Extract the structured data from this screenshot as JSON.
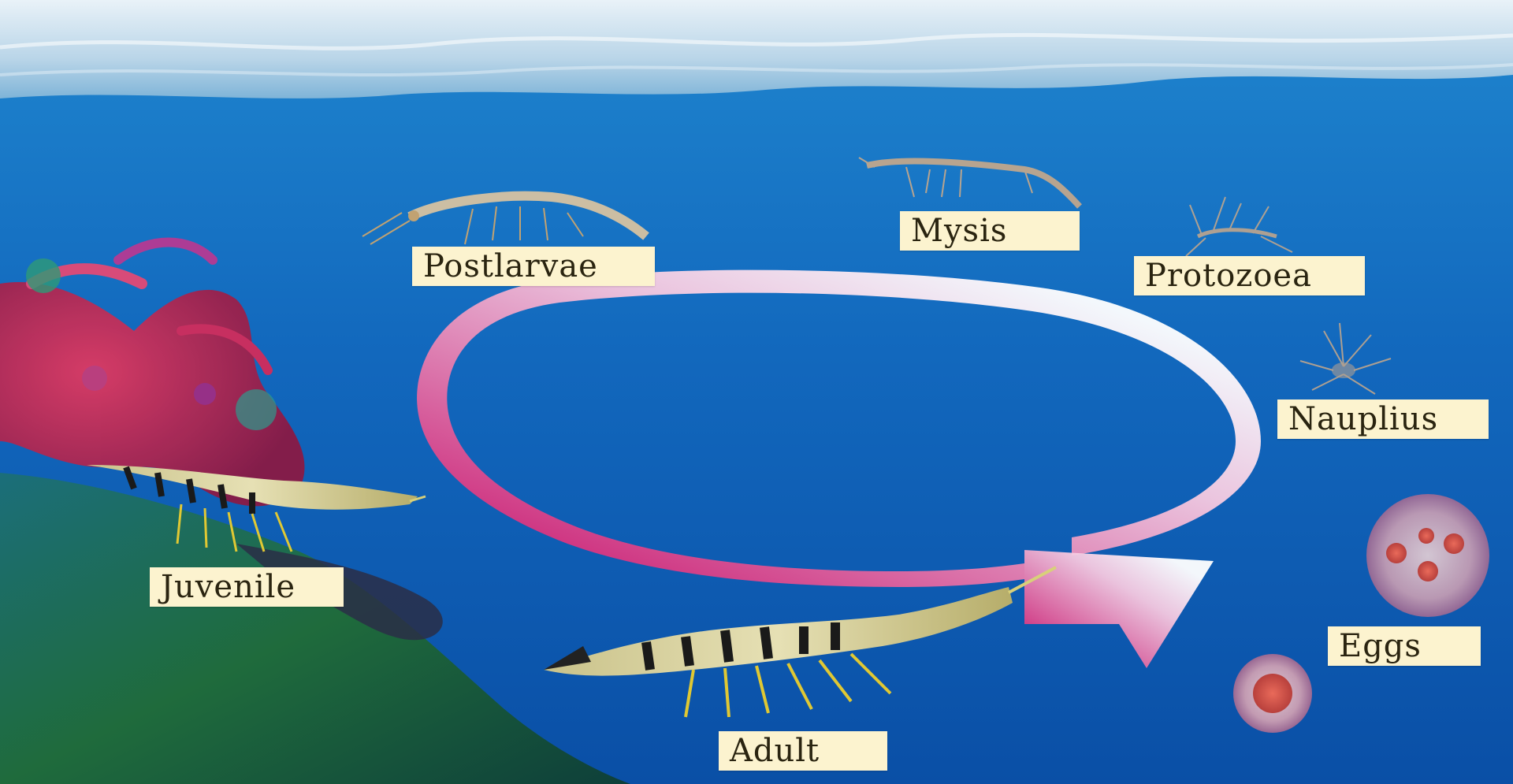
{
  "labels": {
    "postlarvae": "Postlarvae",
    "mysis": "Mysis",
    "protozoea": "Protozoea",
    "nauplius": "Nauplius",
    "juvenile": "Juvenile",
    "eggs": "Eggs",
    "adult": "Adult"
  },
  "colors": {
    "surface": "#c9dfec",
    "deep_water": "#0a4fa6",
    "cycle_arrow_start": "#ffffff",
    "cycle_arrow_end": "#d9337f",
    "label_background": "#fcf3cf",
    "coral": "#c0264d",
    "seabed": "#1f6b3c"
  }
}
